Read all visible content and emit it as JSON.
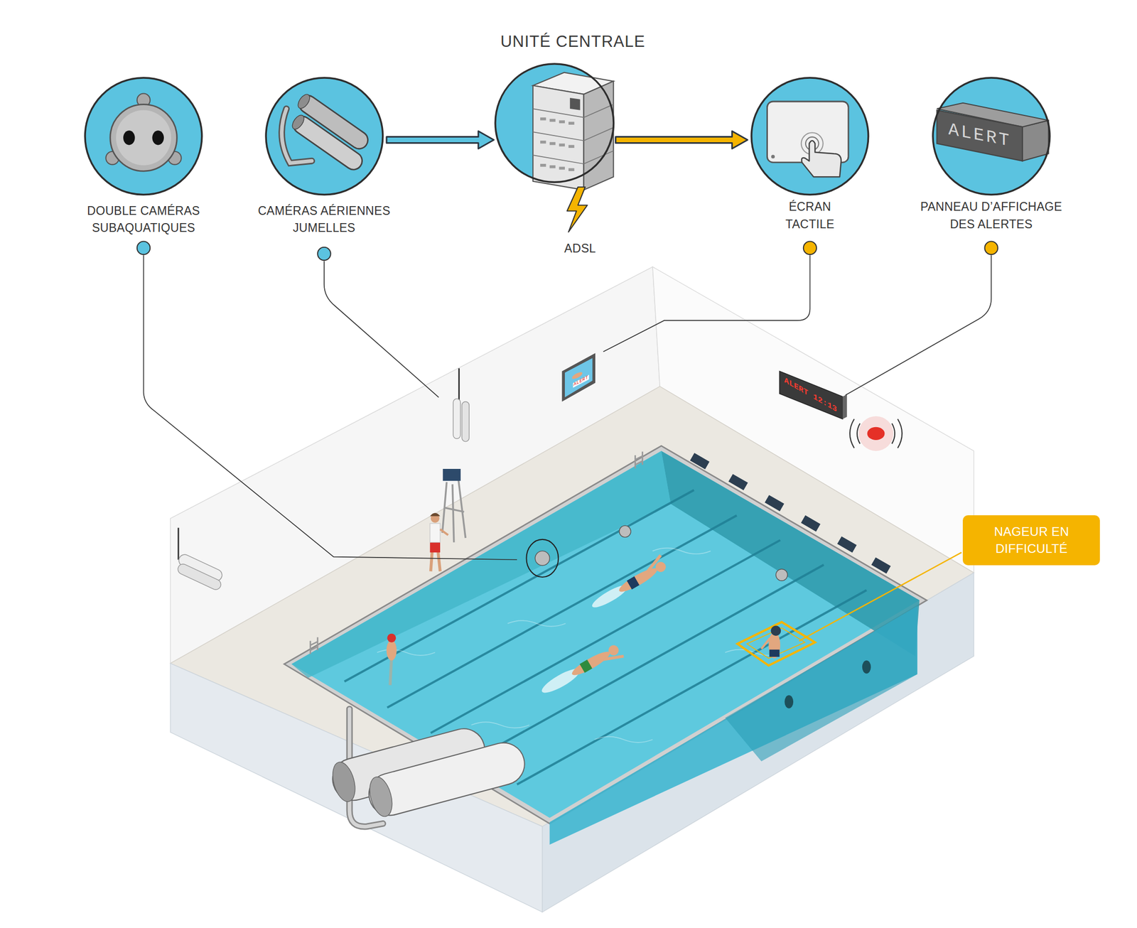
{
  "diagram": {
    "nodes": [
      {
        "text": [
          "DOUBLE CAMÉRAS SUBAQUATIQUES"
        ]
      },
      {
        "text": [
          "CAMÉRAS AÉRIENNES JUMELLES"
        ]
      },
      {
        "text": [
          "UNITÉ CENTRALE"
        ]
      },
      {
        "text": [
          "ÉCRAN TACTILE"
        ]
      },
      {
        "text": [
          "PANNEAU D’AFFICHAGE DES ALERTES"
        ]
      },
      {
        "text": [
          "NAGEUR EN DIFFICULTÉ"
        ]
      }
    ],
    "edges": [
      {
        "from": 1,
        "to": 2,
        "arrow": "to"
      },
      {
        "from": 2,
        "to": 3,
        "arrow": "to"
      }
    ],
    "labels": [
      "ADSL",
      "ALERT",
      "ALERT 12:13",
      "ALERT"
    ]
  }
}
